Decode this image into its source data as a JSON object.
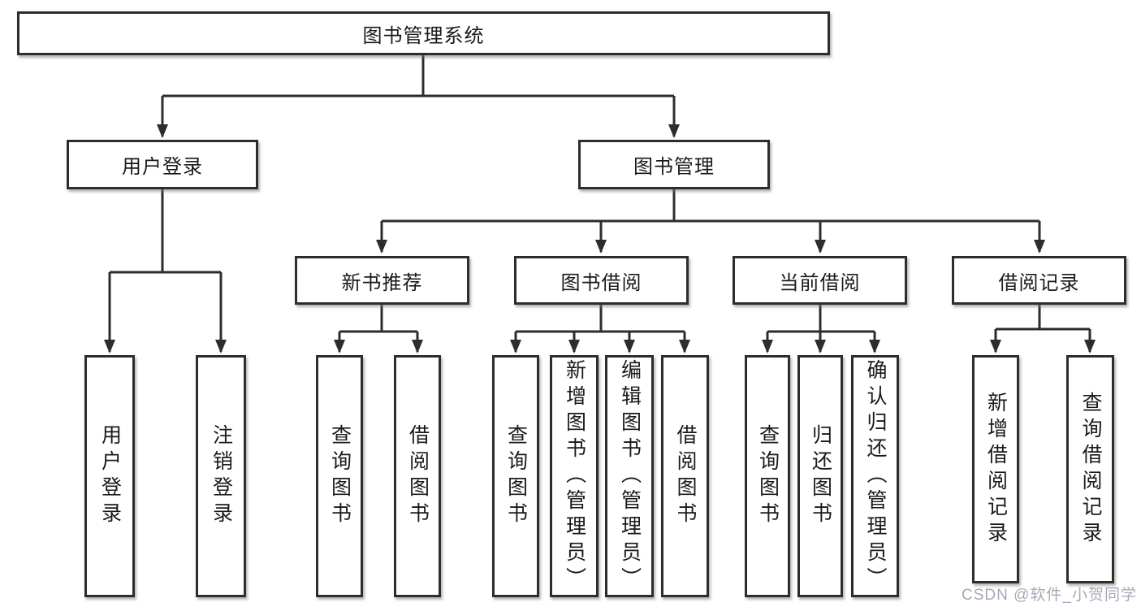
{
  "diagram": {
    "root": {
      "label": "图书管理系统"
    },
    "branches": [
      {
        "label": "用户登录",
        "children": [
          {
            "label": "用户登录"
          },
          {
            "label": "注销登录"
          }
        ]
      },
      {
        "label": "图书管理",
        "children": [
          {
            "label": "新书推荐",
            "children": [
              {
                "label": "查询图书"
              },
              {
                "label": "借阅图书"
              }
            ]
          },
          {
            "label": "图书借阅",
            "children": [
              {
                "label": "查询图书"
              },
              {
                "label": "新增图书（管理员）"
              },
              {
                "label": "编辑图书（管理员）"
              },
              {
                "label": "借阅图书"
              }
            ]
          },
          {
            "label": "当前借阅",
            "children": [
              {
                "label": "查询图书"
              },
              {
                "label": "归还图书"
              },
              {
                "label": "确认归还（管理员）"
              }
            ]
          },
          {
            "label": "借阅记录",
            "children": [
              {
                "label": "新增借阅记录"
              },
              {
                "label": "查询借阅记录"
              }
            ]
          }
        ]
      }
    ]
  },
  "watermark": {
    "text": "CSDN @软件_小贺同学"
  },
  "colors": {
    "line": "#2d2d2d",
    "box_border": "#2d2d2d",
    "text": "#1a1a1a",
    "watermark": "#a7a8b6",
    "background": "#ffffff"
  }
}
